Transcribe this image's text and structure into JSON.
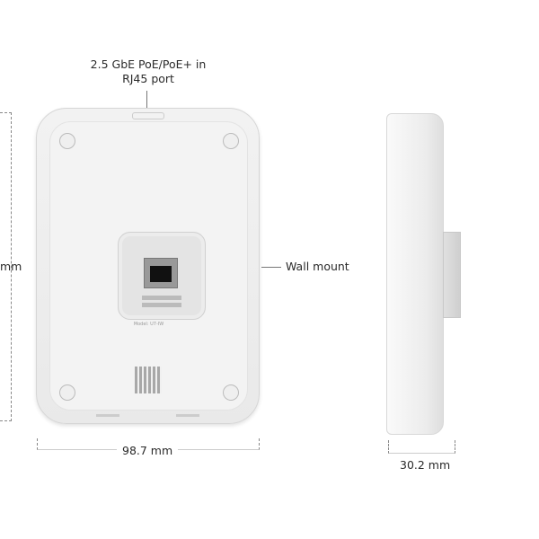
{
  "callouts": {
    "port": "2.5 GbE PoE/PoE+ in RJ45 port",
    "wall_mount": "Wall mount"
  },
  "dimensions": {
    "height": "mm",
    "width": "98.7 mm",
    "depth": "30.2 mm"
  },
  "device_label": {
    "model": "Model: U7-IW"
  }
}
